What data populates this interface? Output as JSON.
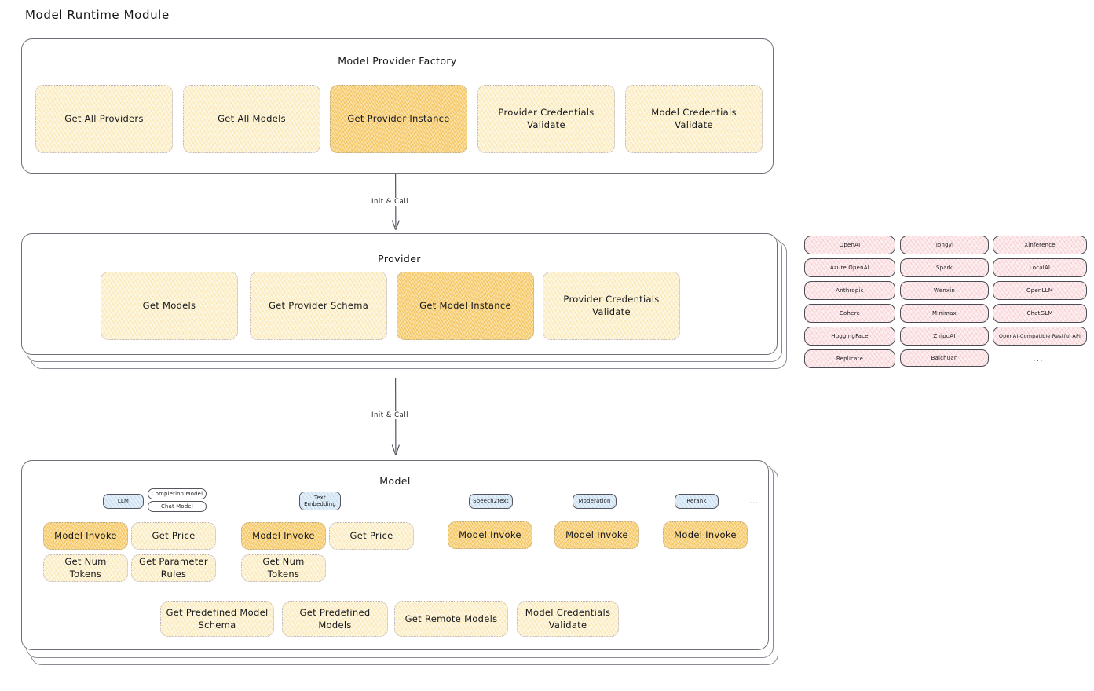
{
  "title": "Model Runtime Module",
  "factory": {
    "title": "Model Provider Factory",
    "nodes": [
      {
        "label": "Get All Providers",
        "emphasis": "light"
      },
      {
        "label": "Get All Models",
        "emphasis": "light"
      },
      {
        "label": "Get Provider Instance",
        "emphasis": "strong"
      },
      {
        "label": "Provider Credentials Validate",
        "emphasis": "light"
      },
      {
        "label": "Model Credentials Validate",
        "emphasis": "light"
      }
    ]
  },
  "arrows": [
    {
      "label": "Init & Call"
    },
    {
      "label": "Init & Call"
    }
  ],
  "provider": {
    "title": "Provider",
    "nodes": [
      {
        "label": "Get Models",
        "emphasis": "light"
      },
      {
        "label": "Get Provider Schema",
        "emphasis": "light"
      },
      {
        "label": "Get Model Instance",
        "emphasis": "strong"
      },
      {
        "label": "Provider Credentials Validate",
        "emphasis": "light"
      }
    ]
  },
  "provider_list": {
    "columns": [
      [
        "OpenAI",
        "Azure OpenAI",
        "Anthropic",
        "Cohere",
        "HuggingFace",
        "Replicate"
      ],
      [
        "Tongyi",
        "Spark",
        "Wenxin",
        "Minimax",
        "ZhipuAI",
        "Baichuan"
      ],
      [
        "Xinference",
        "LocalAI",
        "OpenLLM",
        "ChatGLM",
        "OpenAI-Compatible Restful API"
      ]
    ],
    "more": "..."
  },
  "model": {
    "title": "Model",
    "more": "...",
    "groups": [
      {
        "badges": [
          {
            "label": "LLM",
            "style": "blue"
          },
          {
            "label": "Completion Model",
            "style": "plain"
          },
          {
            "label": "Chat Model",
            "style": "plain"
          }
        ],
        "nodes": [
          {
            "label": "Model Invoke",
            "emphasis": "strong"
          },
          {
            "label": "Get Price",
            "emphasis": "light"
          },
          {
            "label": "Get Num Tokens",
            "emphasis": "light"
          },
          {
            "label": "Get Parameter Rules",
            "emphasis": "light"
          }
        ]
      },
      {
        "badges": [
          {
            "label": "Text Embedding",
            "style": "blue"
          }
        ],
        "nodes": [
          {
            "label": "Model Invoke",
            "emphasis": "strong"
          },
          {
            "label": "Get Price",
            "emphasis": "light"
          },
          {
            "label": "Get Num Tokens",
            "emphasis": "light"
          }
        ]
      },
      {
        "badges": [
          {
            "label": "Speech2text",
            "style": "blue"
          }
        ],
        "nodes": [
          {
            "label": "Model Invoke",
            "emphasis": "strong"
          }
        ]
      },
      {
        "badges": [
          {
            "label": "Moderation",
            "style": "blue"
          }
        ],
        "nodes": [
          {
            "label": "Model Invoke",
            "emphasis": "strong"
          }
        ]
      },
      {
        "badges": [
          {
            "label": "Rerank",
            "style": "blue"
          }
        ],
        "nodes": [
          {
            "label": "Model Invoke",
            "emphasis": "strong"
          }
        ]
      }
    ],
    "shared_nodes": [
      {
        "label": "Get Predefined Model Schema",
        "emphasis": "light"
      },
      {
        "label": "Get Predefined Models",
        "emphasis": "light"
      },
      {
        "label": "Get Remote Models",
        "emphasis": "light"
      },
      {
        "label": "Model Credentials Validate",
        "emphasis": "light"
      }
    ]
  },
  "colors": {
    "node_light": "#fdf6e0",
    "node_strong": "#fae1a8",
    "badge_blue": "#e2eef8",
    "pill_pink": "#fdeff0",
    "panel_border": "#6f6f78",
    "text": "#17171a"
  }
}
